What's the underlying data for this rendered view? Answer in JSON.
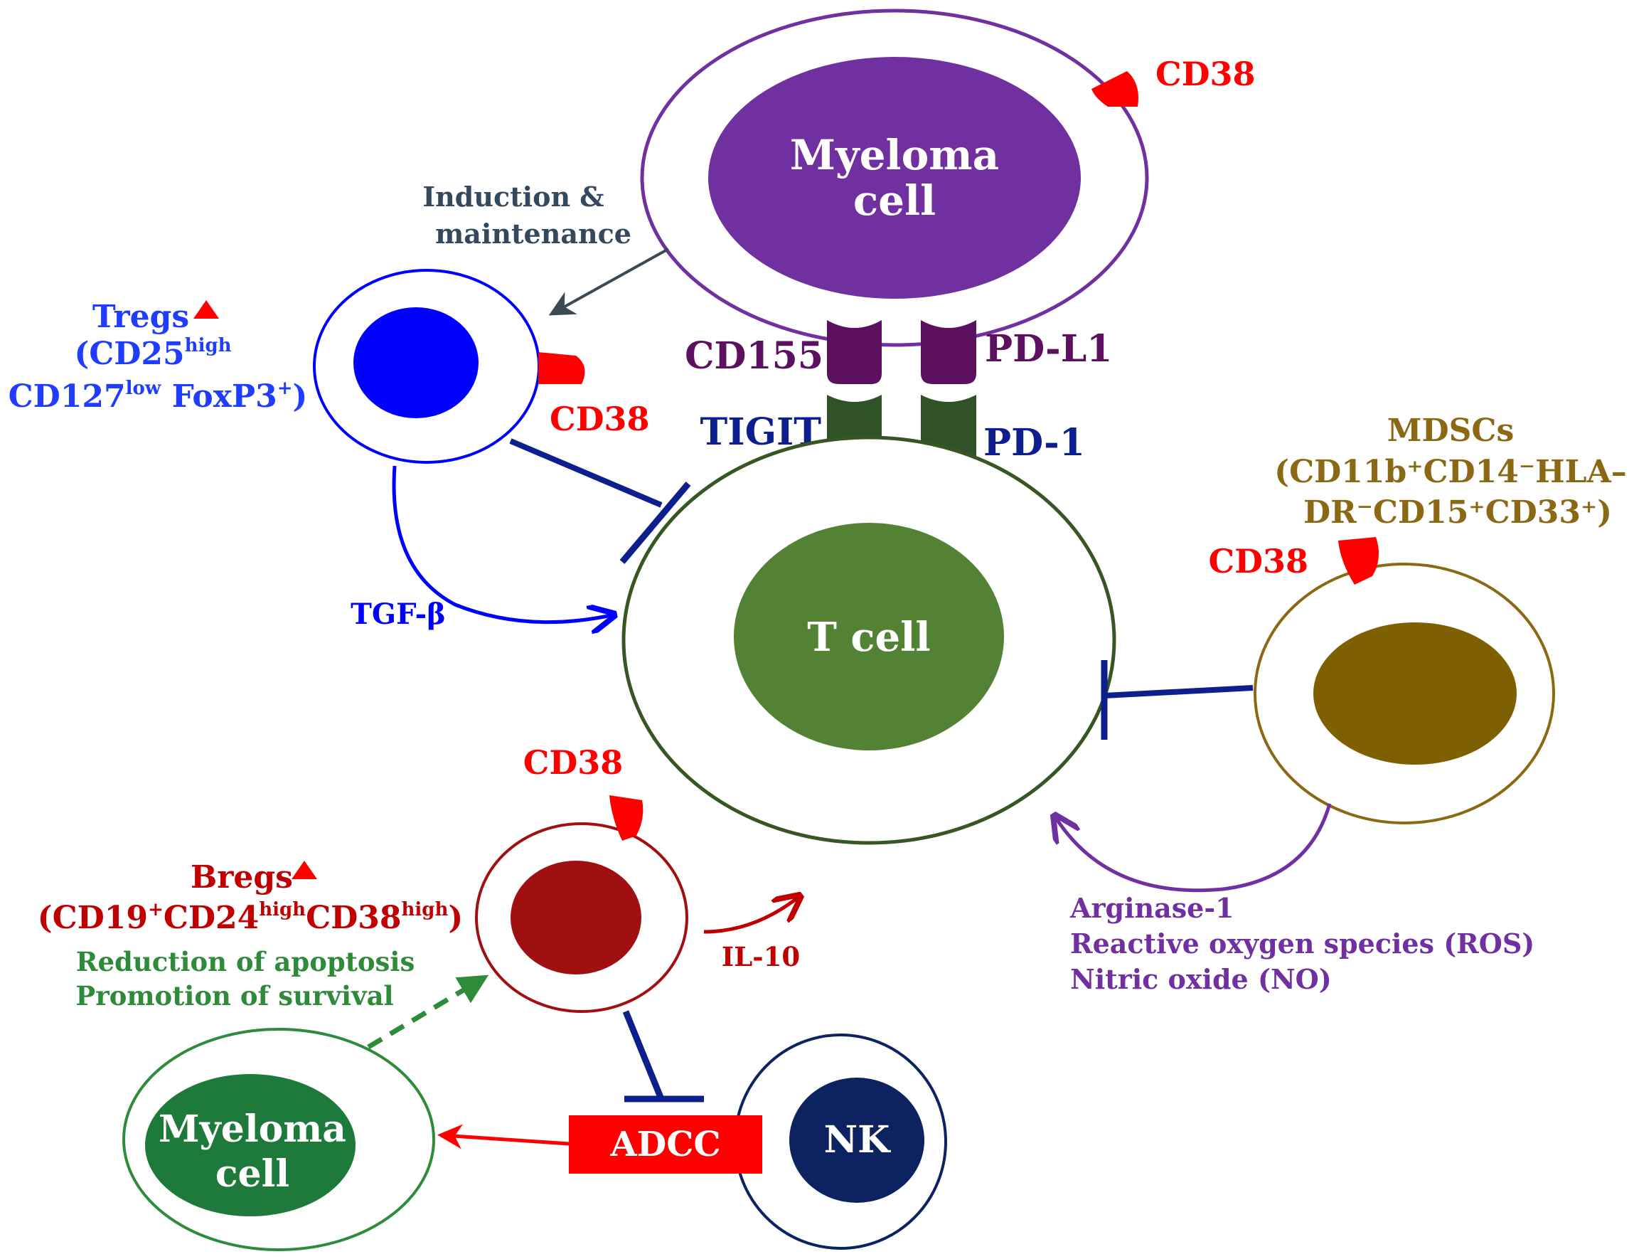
{
  "colors": {
    "myeloma_purple": "#7030a0",
    "receptor_purple": "#5b1060",
    "receptor_green": "#2f5226",
    "tcell_green": "#548235",
    "tcell_outline": "#375623",
    "treg_blue": "#0000ff",
    "treg_label_blue": "#1f3cff",
    "navy": "#0d1f8c",
    "cd38_red": "#ff0000",
    "breg_red": "#a01010",
    "breg_label": "#c00000",
    "mdsc_brown": "#7f6000",
    "mdsc_label": "#8b6914",
    "myeloma2_green": "#1e7a3a",
    "nk_navy": "#0d2260",
    "green_text": "#2e8b3a",
    "violet_text": "#7030a0"
  },
  "myeloma_top": {
    "label_line1": "Myeloma",
    "label_line2": "cell",
    "marker": "CD38"
  },
  "treg": {
    "title": "Tregs",
    "line2_main": "(CD25",
    "line2_sup": "high",
    "line3_main1": "CD127",
    "line3_sup1": "low",
    "line3_main2": " FoxP3",
    "line3_sup2": "+",
    "line3_end": ")",
    "marker": "CD38",
    "cytokine": "TGF-β"
  },
  "induction": {
    "line1": "Induction &",
    "line2": "maintenance"
  },
  "checkpoints": {
    "ligand_left": "CD155",
    "ligand_right": "PD-L1",
    "receptor_left": "TIGIT",
    "receptor_right": "PD-1"
  },
  "tcell": {
    "label": "T cell"
  },
  "mdsc": {
    "title": "MDSCs",
    "line2": "(CD11b⁺CD14⁻HLA–",
    "line3": "DR⁻CD15⁺CD33⁺)",
    "marker": "CD38",
    "mediators": [
      "Arginase-1",
      "Reactive oxygen species (ROS)",
      "Nitric oxide (NO)"
    ]
  },
  "breg": {
    "title": "Bregs",
    "line2_a": "(CD19",
    "line2_sup1": "+",
    "line2_b": "CD24",
    "line2_sup2": "high",
    "line2_c": "CD38",
    "line2_sup3": "high",
    "line2_end": ")",
    "marker": "CD38",
    "cytokine": "IL-10",
    "effect1": "Reduction of apoptosis",
    "effect2": "Promotion of survival"
  },
  "myeloma_bottom": {
    "label_line1": "Myeloma",
    "label_line2": "cell"
  },
  "adcc": {
    "label": "ADCC"
  },
  "nk": {
    "label": "NK"
  }
}
